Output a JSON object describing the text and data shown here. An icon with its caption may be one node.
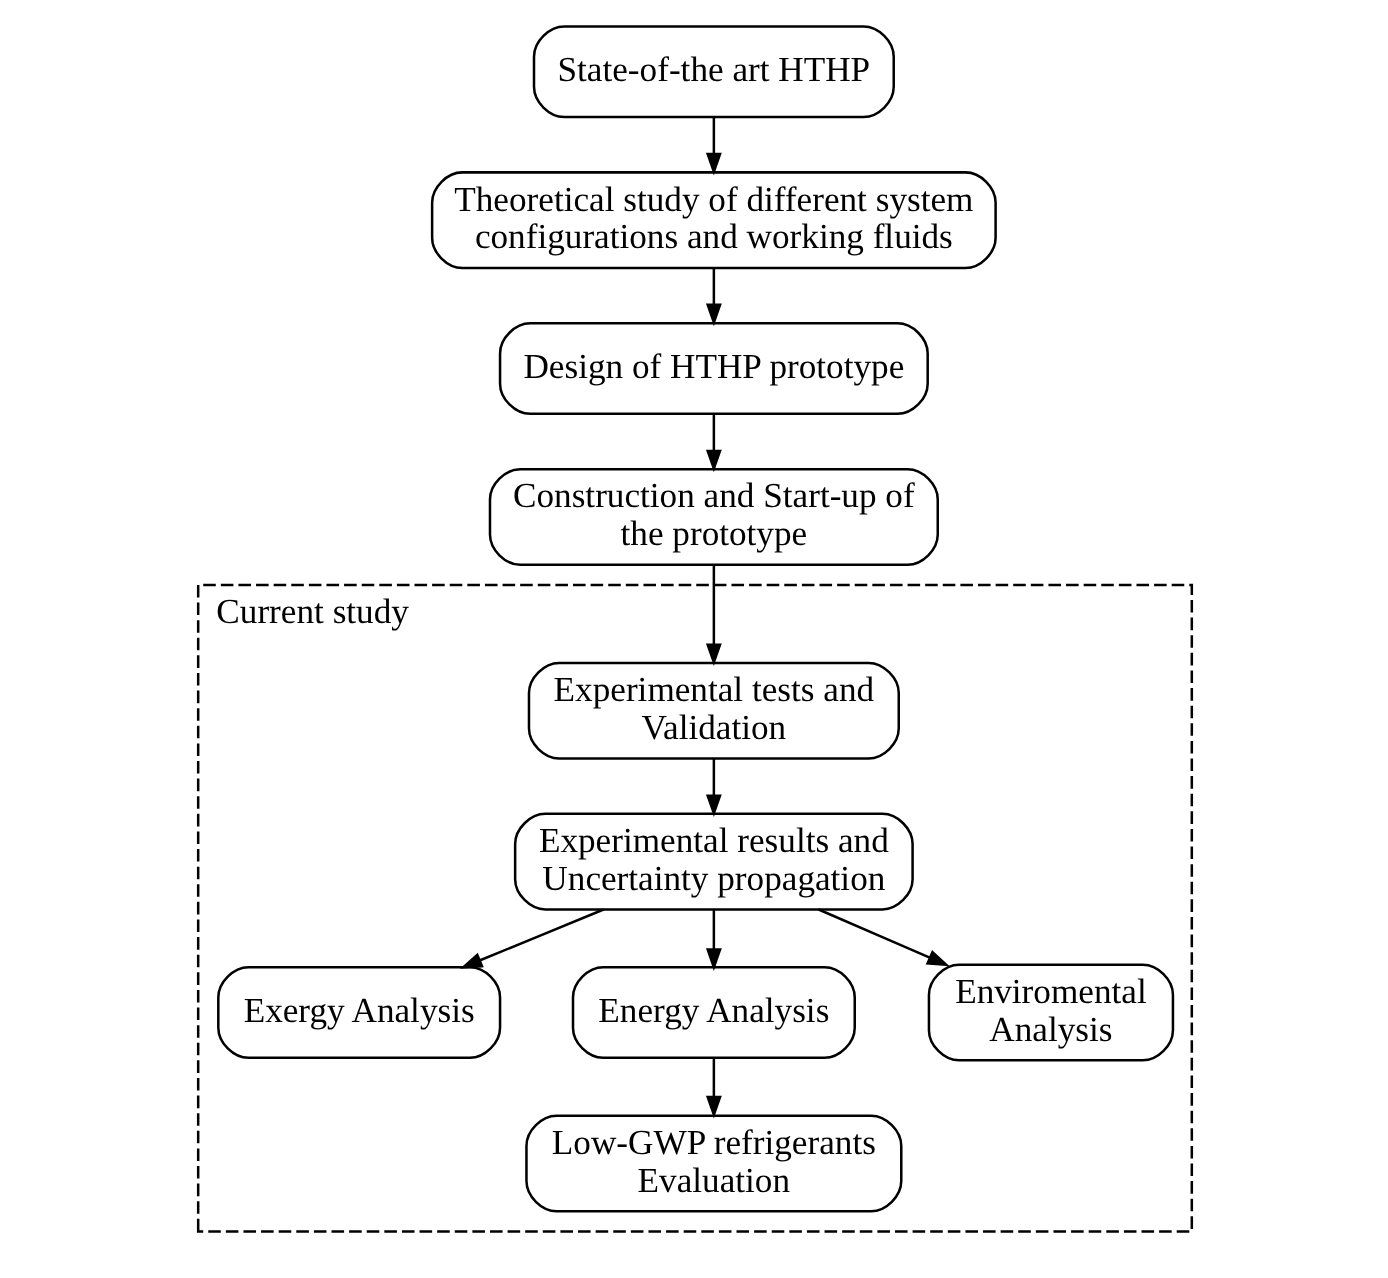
{
  "diagram": {
    "nodes": [
      {
        "text": [
          "State-of-the art HTHP"
        ]
      },
      {
        "text": [
          "Theoretical study of different system configurations and working fluids"
        ]
      },
      {
        "text": [
          "Design of HTHP prototype"
        ]
      },
      {
        "text": [
          "Construction and Start-up of the prototype"
        ]
      },
      {
        "text": [
          "Current study"
        ]
      },
      {
        "text": [
          "Experimental tests and Validation"
        ],
        "in": 4
      },
      {
        "text": [
          "Experimental results and Uncertainty propagation"
        ],
        "in": 4
      },
      {
        "text": [
          "Exergy Analysis"
        ],
        "in": 4
      },
      {
        "text": [
          "Energy Analysis"
        ],
        "in": 4
      },
      {
        "text": [
          "Enviromental Analysis"
        ],
        "in": 4
      },
      {
        "text": [
          "Low-GWP refrigerants Evaluation"
        ],
        "in": 4
      }
    ],
    "edges": [
      {
        "from": 0,
        "to": 1,
        "arrow": "to"
      },
      {
        "from": 1,
        "to": 2,
        "arrow": "to"
      },
      {
        "from": 2,
        "to": 3,
        "arrow": "to"
      },
      {
        "from": 3,
        "to": 5,
        "arrow": "to"
      },
      {
        "from": 5,
        "to": 6,
        "arrow": "to"
      },
      {
        "from": 6,
        "to": 7,
        "arrow": "to"
      },
      {
        "from": 6,
        "to": 8,
        "arrow": "to"
      },
      {
        "from": 6,
        "to": 9,
        "arrow": "to"
      },
      {
        "from": 8,
        "to": 10,
        "arrow": "to"
      }
    ]
  }
}
